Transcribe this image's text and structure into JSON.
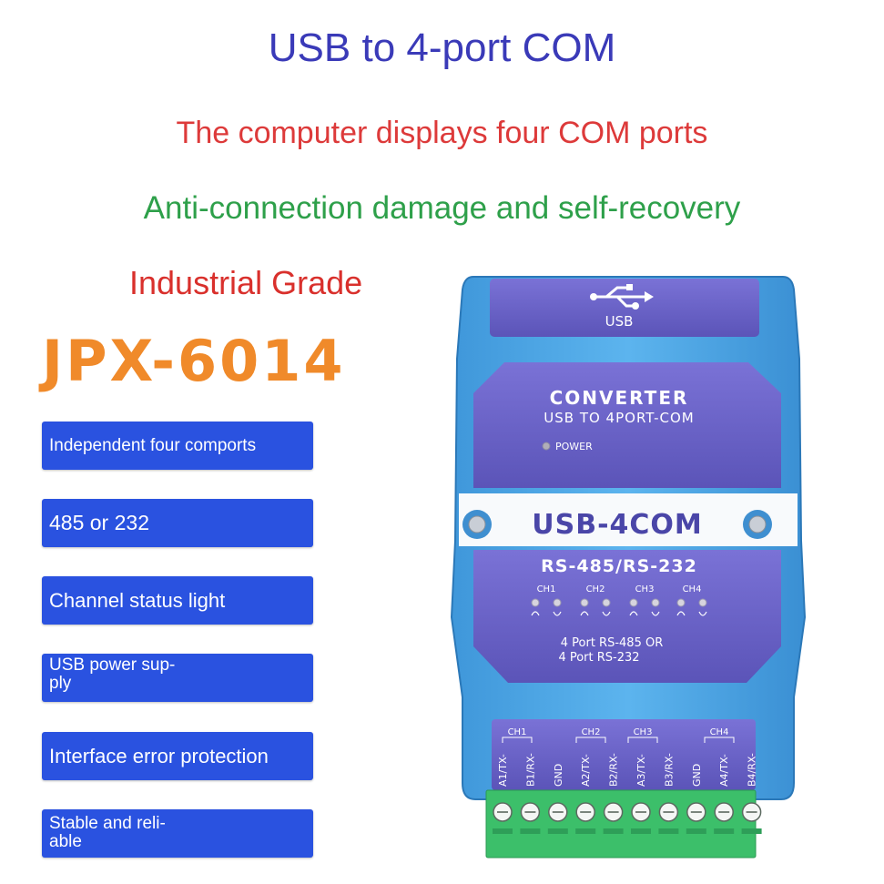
{
  "headline": {
    "title": "USB to 4-port COM",
    "display": "The computer displays four COM ports",
    "protection": "Anti-connection damage and self-recovery",
    "grade": "Industrial Grade"
  },
  "model": "JPX-6014",
  "features": [
    {
      "label": "Independent four comports"
    },
    {
      "label": "485 or 232"
    },
    {
      "label": "Channel status light"
    },
    {
      "label": "USB power sup-\nply"
    },
    {
      "label": "Interface error protection"
    },
    {
      "label": "Stable and reli-\nable"
    }
  ],
  "device": {
    "usb_label": "USB",
    "converter": "CONVERTER",
    "sub_title": "USB TO 4PORT-COM",
    "power": "POWER",
    "name": "USB-4COM",
    "rs_label": "RS-485/RS-232",
    "channels": [
      "CH1",
      "CH2",
      "CH3",
      "CH4"
    ],
    "note_line1": "4 Port RS-485 OR",
    "note_line2": "4 Port RS-232",
    "terminal_channels": [
      "CH1",
      "CH2",
      "CH3",
      "CH4"
    ],
    "pins": [
      "A1/TX-",
      "B1/RX-",
      "GND",
      "A2/TX-",
      "B2/RX-",
      "A3/TX-",
      "B3/RX-",
      "GND",
      "A4/TX-",
      "B4/RX-"
    ]
  },
  "colors": {
    "title": "#3a3ab8",
    "display": "#dd3a3a",
    "protection": "#2ea04a",
    "grade": "#d9302c",
    "model": "#f08a2a",
    "feature_bg": "#2a52e0",
    "case": "#4aa6e6",
    "panel": "#6b64c8",
    "terminal": "#3cbf6a"
  }
}
